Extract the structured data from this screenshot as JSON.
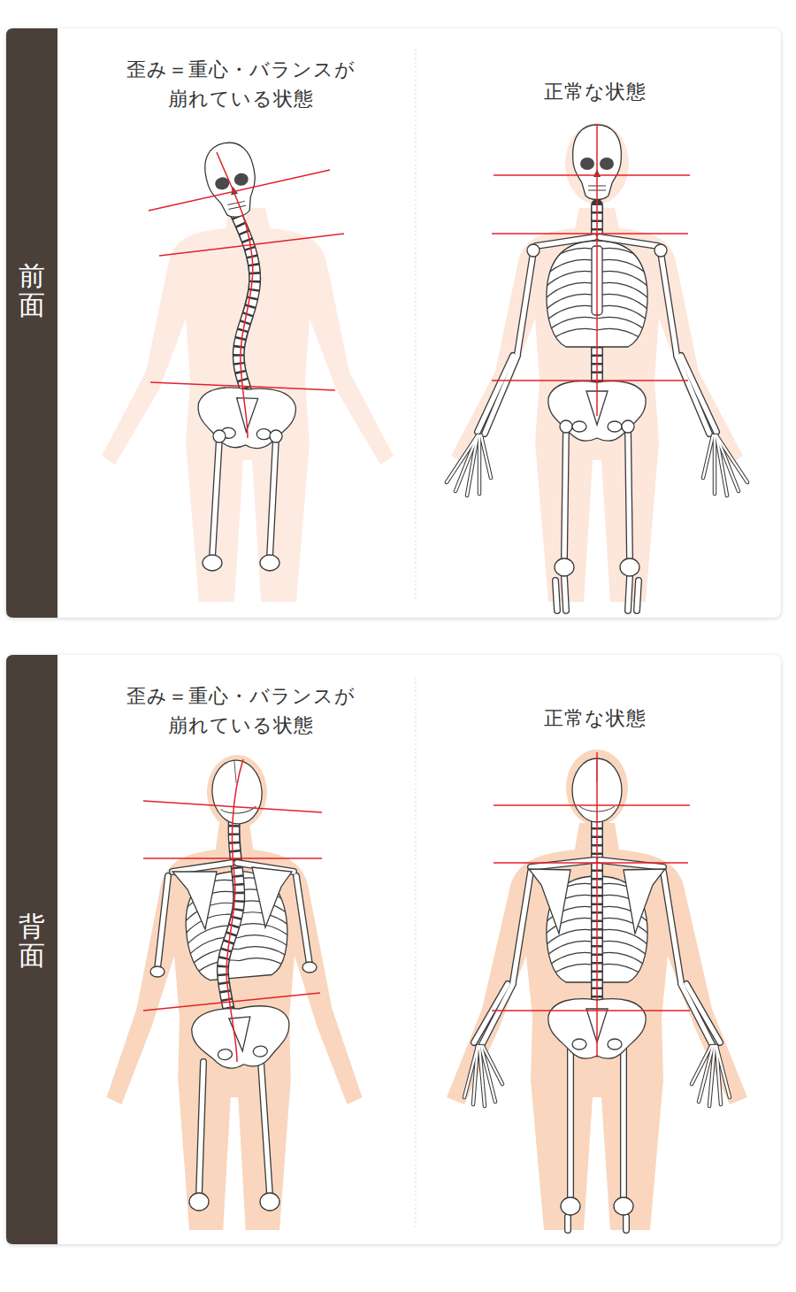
{
  "diagram": {
    "nodes": [
      {
        "text": [
          "前面",
          "歪み＝重心・バランスが 崩れている状態",
          "正常な状態"
        ]
      },
      {
        "text": [
          "背面",
          "歪み＝重心・バランスが 崩れている状態",
          "正常な状態"
        ]
      }
    ]
  }
}
